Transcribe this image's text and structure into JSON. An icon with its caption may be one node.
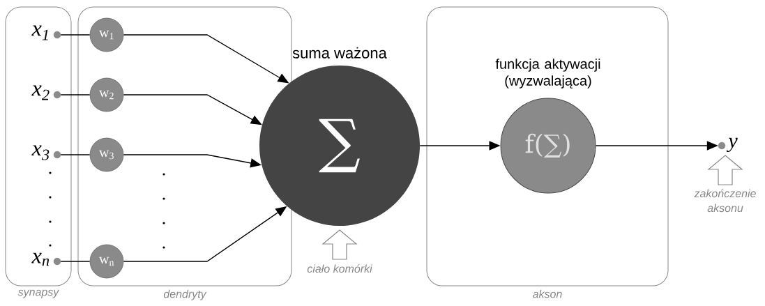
{
  "diagram": {
    "nodes": [
      {
        "text": [
          "synapsy"
        ]
      },
      {
        "text": [
          "dendryty"
        ]
      },
      {
        "text": [
          "akson"
        ]
      },
      {
        "text": [
          "x$_{1}$"
        ],
        "in": 0
      },
      {
        "text": [
          "x$_{2}$"
        ],
        "in": 0
      },
      {
        "text": [
          "x$_{3}$"
        ],
        "in": 0
      },
      {
        "text": [
          "x$_{n}$"
        ],
        "in": 0
      },
      {
        "text": [
          "w$_{1}$"
        ],
        "in": 1
      },
      {
        "text": [
          "w$_{2}$"
        ],
        "in": 1
      },
      {
        "text": [
          "w$_{3}$"
        ],
        "in": 1
      },
      {
        "text": [
          "w$_{n}$"
        ],
        "in": 1
      },
      {
        "text": [
          "suma ważona",
          "∑"
        ],
        "beside": [
          "ciało komórki"
        ]
      },
      {
        "text": [
          "funkcja aktywacji (wyzwalająca)",
          "f(∑)"
        ],
        "in": 2
      },
      {
        "text": [
          "y"
        ],
        "beside": [
          "zakończenie aksonu"
        ]
      }
    ],
    "edges": [
      {
        "from": 3,
        "to": 7,
        "arrow": "none"
      },
      {
        "from": 4,
        "to": 8,
        "arrow": "none"
      },
      {
        "from": 5,
        "to": 9,
        "arrow": "none"
      },
      {
        "from": 6,
        "to": 10,
        "arrow": "none"
      },
      {
        "from": 7,
        "to": 11,
        "arrow": "to"
      },
      {
        "from": 8,
        "to": 11,
        "arrow": "to"
      },
      {
        "from": 9,
        "to": 11,
        "arrow": "to"
      },
      {
        "from": 10,
        "to": 11,
        "arrow": "to"
      },
      {
        "from": 11,
        "to": 12,
        "arrow": "to"
      },
      {
        "from": 12,
        "to": 13,
        "arrow": "to"
      }
    ]
  }
}
